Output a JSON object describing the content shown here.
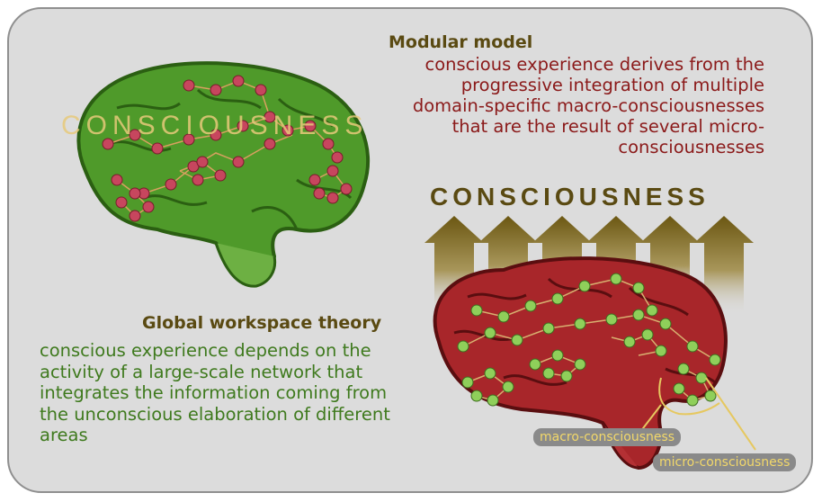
{
  "modular_model": {
    "title": "Modular model",
    "description": "conscious experience derives from the progressive integration of multiple domain-specific macro-consciousnesses that are the result of several micro-consciousnesses"
  },
  "global_workspace": {
    "title": "Global workspace theory",
    "description": "conscious experience depends on the activity of a large-scale network that integrates the information coming from the unconscious elaboration of different areas"
  },
  "consciousness_label_left": "CONSCIOUSNESS",
  "consciousness_label_right": "CONSCIOUSNESS",
  "callouts": {
    "macro": "macro-consciousness",
    "micro": "micro-consciousness"
  },
  "colors": {
    "green_brain": "#4f9a2a",
    "red_brain": "#a8262a",
    "node_red": "#c7465e",
    "node_green": "#8fcf5a",
    "arrow_gold": "#7a6418",
    "text_red": "#8b1a1a",
    "text_green": "#3f7a1e"
  }
}
